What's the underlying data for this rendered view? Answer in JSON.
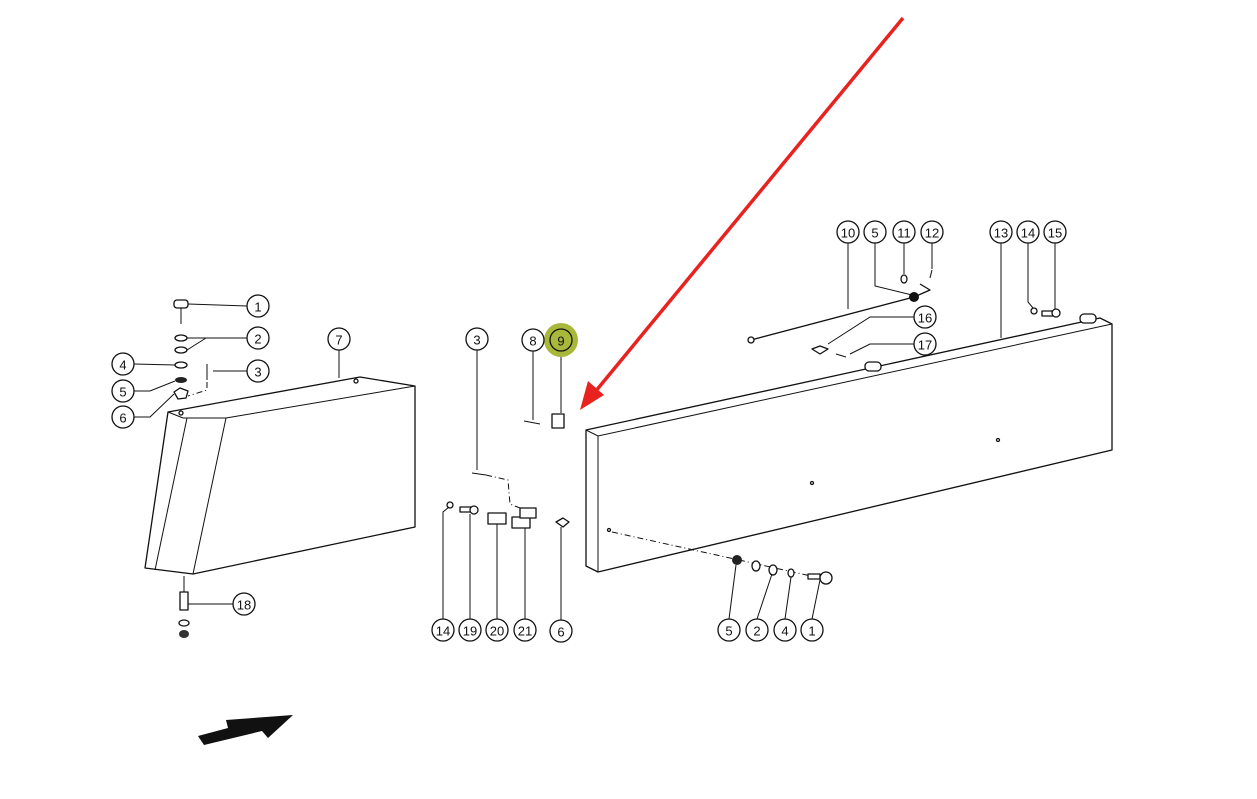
{
  "diagram": {
    "type": "exploded-parts-diagram",
    "highlight_color": "#a8b83a",
    "pointer_arrow_color": "#e8231f",
    "direction_arrow_color": "#111111",
    "highlighted_part": "9",
    "callouts": [
      "1",
      "2",
      "3",
      "4",
      "5",
      "6",
      "7",
      "18",
      "3",
      "8",
      "9",
      "14",
      "19",
      "20",
      "21",
      "6",
      "10",
      "5",
      "11",
      "12",
      "13",
      "14",
      "15",
      "16",
      "17",
      "5",
      "2",
      "4",
      "1"
    ]
  }
}
